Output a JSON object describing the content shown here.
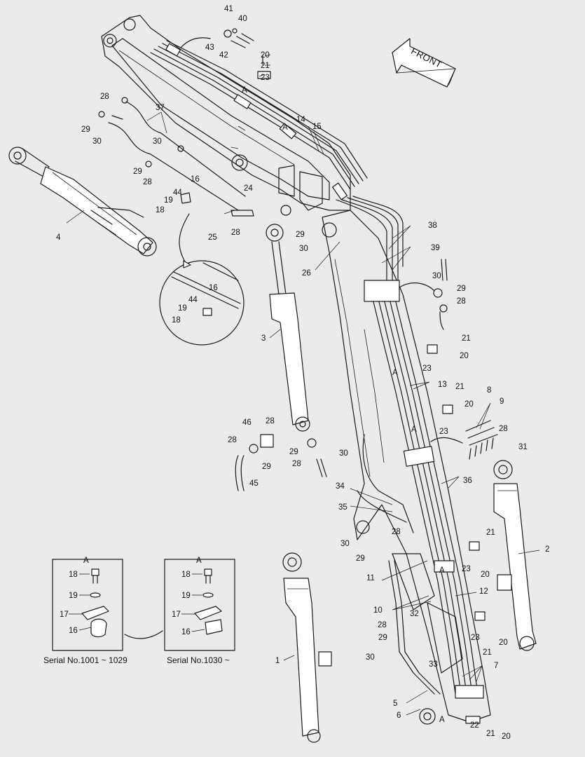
{
  "front_label": "FRONT",
  "detail_boxes": [
    {
      "title": "A",
      "caption": "Serial No.1001 ~ 1029",
      "labels": [
        "18",
        "19",
        "17",
        "16"
      ]
    },
    {
      "title": "A",
      "caption": "Serial No.1030 ~",
      "labels": [
        "18",
        "19",
        "17",
        "16"
      ]
    }
  ],
  "callouts": [
    "41",
    "40",
    "43",
    "42",
    "20",
    "21",
    "23",
    "A",
    "28",
    "37",
    "29",
    "30",
    "30",
    "29",
    "28",
    "14",
    "A",
    "15",
    "16",
    "44",
    "24",
    "19",
    "18",
    "4",
    "25",
    "28",
    "29",
    "38",
    "39",
    "30",
    "26",
    "30",
    "29",
    "28",
    "16",
    "44",
    "19",
    "18",
    "3",
    "21",
    "20",
    "23",
    "A",
    "13",
    "21",
    "20",
    "8",
    "9",
    "A",
    "23",
    "28",
    "31",
    "46",
    "28",
    "28",
    "29",
    "29",
    "30",
    "28",
    "45",
    "34",
    "36",
    "35",
    "28",
    "30",
    "21",
    "29",
    "2",
    "23",
    "20",
    "11",
    "A",
    "10",
    "12",
    "28",
    "32",
    "29",
    "23",
    "20",
    "30",
    "33",
    "21",
    "7",
    "5",
    "A",
    "6",
    "22",
    "21",
    "20",
    "1"
  ]
}
